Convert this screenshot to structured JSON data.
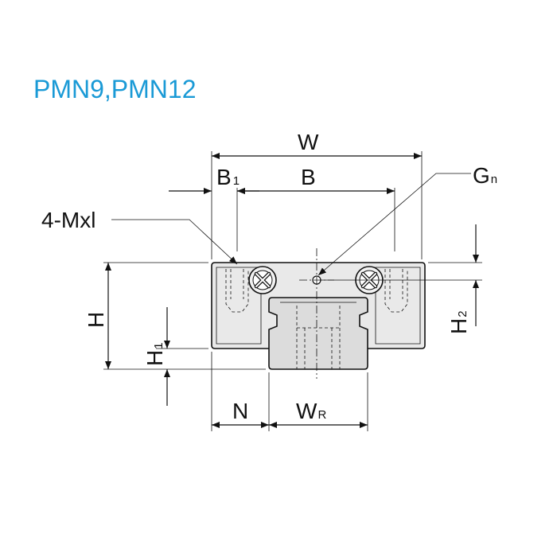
{
  "title": "PMN9,PMN12",
  "colors": {
    "title": "#1a9ad6",
    "line": "#111111",
    "body_fill": "#e9e9e9",
    "rail_fill": "#dcdcdc"
  },
  "labels": {
    "W": "W",
    "B1_main": "B",
    "B1_sub": "1",
    "B": "B",
    "Gn_main": "G",
    "Gn_sub": "n",
    "mounting": "4-Mxl",
    "H": "H",
    "H1_main": "H",
    "H1_sub": "1",
    "H2_main": "H",
    "H2_sub": "2",
    "N": "N",
    "WR_main": "W",
    "WR_sub": "R"
  }
}
